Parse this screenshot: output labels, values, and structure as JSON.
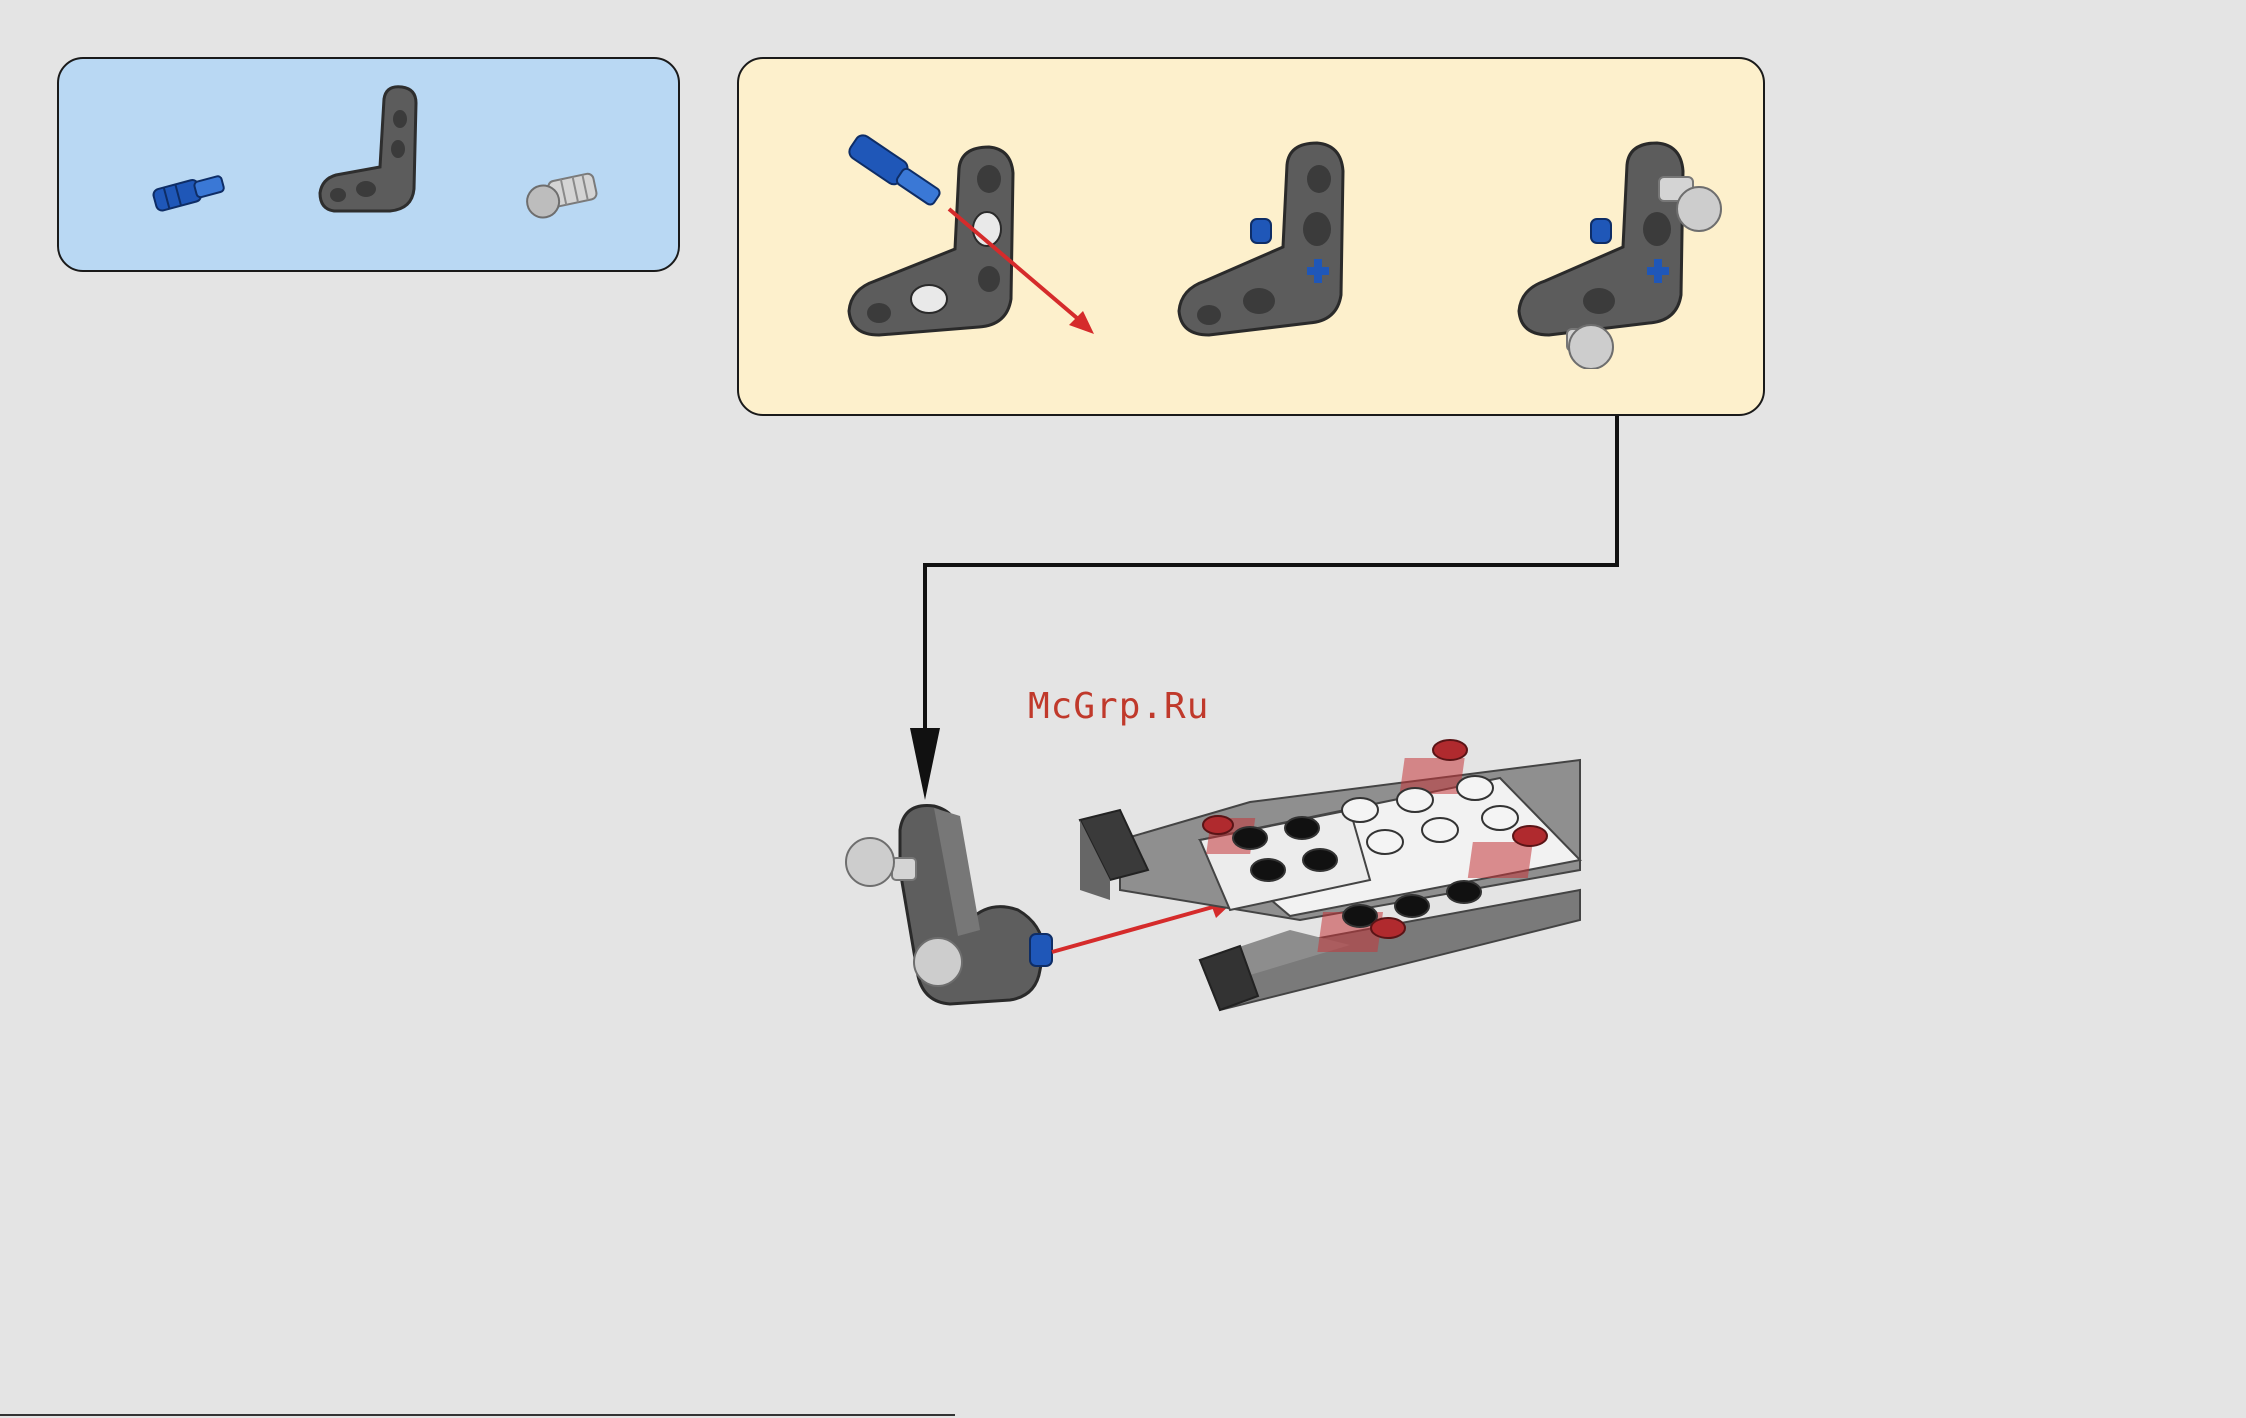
{
  "watermark": "McGrp.Ru",
  "colors": {
    "background": "#e4e4e4",
    "parts_panel": "#b9d8f3",
    "sub_panel": "#fdf0cc",
    "beam_gray": "#5c5c5c",
    "pin_blue": "#1f57b8",
    "arrow_red": "#d52b2b",
    "tile_red": "#c4363a"
  },
  "parts_list": [
    {
      "name": "blue-axle-pin",
      "qty_shown": false
    },
    {
      "name": "gray-l-beam",
      "qty_shown": false
    },
    {
      "name": "ball-joint-pin",
      "qty_shown": false
    }
  ],
  "sub_steps": [
    {
      "name": "insert-axle-pin"
    },
    {
      "name": "pin-inserted"
    },
    {
      "name": "ball-joints-added"
    }
  ]
}
